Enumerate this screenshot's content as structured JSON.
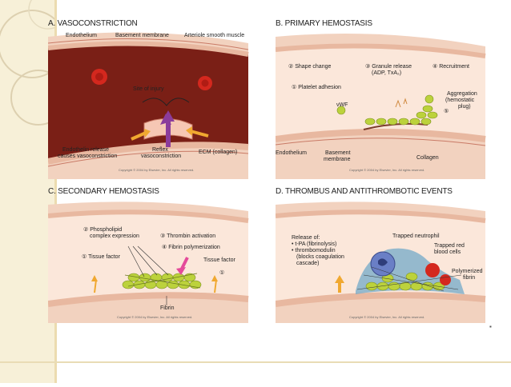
{
  "panels": {
    "a": {
      "title": "A. VASOCONSTRICTION",
      "labels": {
        "endothelium": "Endothelium",
        "basement": "Basement membrane",
        "arteriole": "Arteriole smooth muscle",
        "site": "Site of injury",
        "endo_release_1": "Endothelin release",
        "endo_release_2": "causes vasoconstriction",
        "reflex_1": "Reflex",
        "reflex_2": "vasoconstriction",
        "ecm": "ECM (collagen)"
      },
      "credit": "Copyright © 2004 by Elsevier, Inc. All rights reserved."
    },
    "b": {
      "title": "B. PRIMARY HEMOSTASIS",
      "labels": {
        "shape": "② Shape change",
        "granule_1": "③ Granule release",
        "granule_2": "(ADP, TxA₂)",
        "recruit": "④ Recruitment",
        "adhesion": "① Platelet adhesion",
        "aggregation_1": "Aggregation",
        "aggregation_2": "(hemostatic",
        "aggregation_3": "plug)",
        "five": "⑤",
        "vwf": "vWF",
        "endothelium": "Endothelium",
        "basement_1": "Basement",
        "basement_2": "membrane",
        "collagen": "Collagen"
      },
      "credit": "Copyright © 2004 by Elsevier, Inc. All rights reserved."
    },
    "c": {
      "title": "C. SECONDARY HEMOSTASIS",
      "labels": {
        "phospholipid_1": "② Phospholipid",
        "phospholipid_2": "complex expression",
        "thrombin": "③ Thrombin activation",
        "fibrin_poly": "④ Fibrin polymerization",
        "tissue_factor_left": "① Tissue factor",
        "tissue_factor_right": "Tissue factor",
        "one": "①",
        "fibrin": "Fibrin"
      },
      "credit": "Copyright © 2004 by Elsevier, Inc. All rights reserved."
    },
    "d": {
      "title": "D. THROMBUS AND ANTITHROMBOTIC EVENTS",
      "labels": {
        "release": "Release of:",
        "tpa": "• t-PA (fibrinolysis)",
        "thrombo": "• thrombomodulin",
        "blocks_1": "(blocks coagulation",
        "blocks_2": "cascade)",
        "neutrophil": "Trapped neutrophil",
        "rbc_1": "Trapped red",
        "rbc_2": "blood cells",
        "poly_1": "Polymerized",
        "poly_2": "fibrin"
      },
      "credit": "Copyright © 2004 by Elsevier, Inc. All rights reserved."
    }
  },
  "colors": {
    "vessel_wall": "#e8b8a0",
    "lumen": "#7a1f16",
    "platelet": "#bcd23c",
    "rbc": "#d4281e",
    "arrow_purple": "#8b3c9c",
    "arrow_orange": "#f0a830"
  },
  "slide_marker": "▪"
}
